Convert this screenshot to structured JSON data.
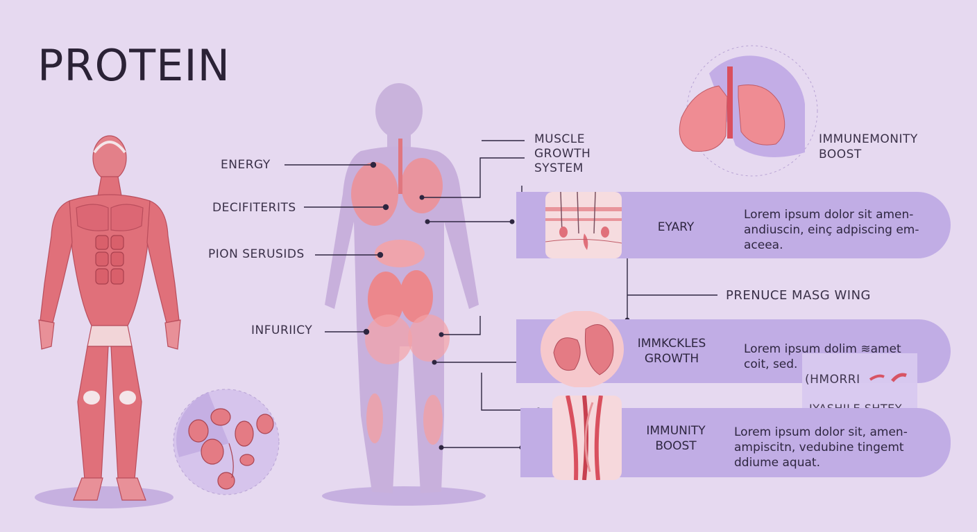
{
  "title": "PROTEIN",
  "body_labels": {
    "energy": "ENERGY",
    "decifiterits": "DECIFITERITS",
    "pion_serusids": "PION SERUSIDS",
    "infuriicy": "INFURIICY"
  },
  "callouts": {
    "muscle_growth_system": [
      "MUSCLE",
      "GROWTH",
      "SYSTEM"
    ],
    "immunemonity_boost": [
      "IMMUNEMONITY",
      "BOOST"
    ],
    "prenuce_masg_wing": "PRENUCE MASG WING"
  },
  "panels": [
    {
      "title": [
        "EYARY"
      ],
      "text": [
        "Lorem ipsum dolor sit amen-",
        "andiuscin, einç adpiscing em-",
        "aceea."
      ]
    },
    {
      "title": [
        "IMMKCKLES",
        "GROWTH"
      ],
      "text": [
        "Lorem ipsum dolim ≋amet",
        "coit, sed."
      ],
      "extra_1": "(HMORRI",
      "extra_2": "IYASHILE SHTEY"
    },
    {
      "title": [
        "IMMUNITY",
        "BOOST"
      ],
      "text": [
        "Lorem ipsum dolor sit, amen-",
        "ampiscitn, vedubine tingemt",
        "ddiume aquat."
      ]
    }
  ],
  "colors": {
    "background": "#e6d9f0",
    "panel": "#c1ade5",
    "muscle": "#e0707a",
    "silhouette": "#c9b3dc",
    "organ": "#ef8f93"
  }
}
